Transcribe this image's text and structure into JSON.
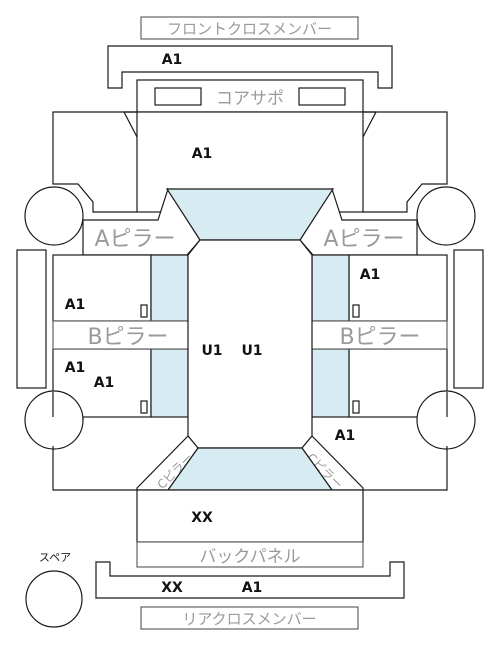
{
  "labels": {
    "front_cross_member": "フロントクロスメンバー",
    "core_support": "コアサポ",
    "a_pillar_left": "Aピラー",
    "a_pillar_right": "Aピラー",
    "b_pillar_left": "Bピラー",
    "b_pillar_right": "Bピラー",
    "c_pillar_left": "Cピラー",
    "c_pillar_right": "Cピラー",
    "back_panel": "バックパネル",
    "rear_cross_member": "リアクロスメンバー",
    "spare": "スペア"
  },
  "codes": {
    "front_cross_member": "A1",
    "hood": "A1",
    "front_door_right": "A1",
    "front_door_left": "A1",
    "rear_door_left_1": "A1",
    "rear_door_left_2": "A1",
    "roof_left": "U1",
    "roof_right": "U1",
    "rear_door_right": "A1",
    "trunk": "XX",
    "rear_cross_left": "XX",
    "rear_cross_right": "A1"
  },
  "colors": {
    "line": "#1a1a1a",
    "glass": "#d6ebf2",
    "label_gray": "#9a9a9a"
  }
}
